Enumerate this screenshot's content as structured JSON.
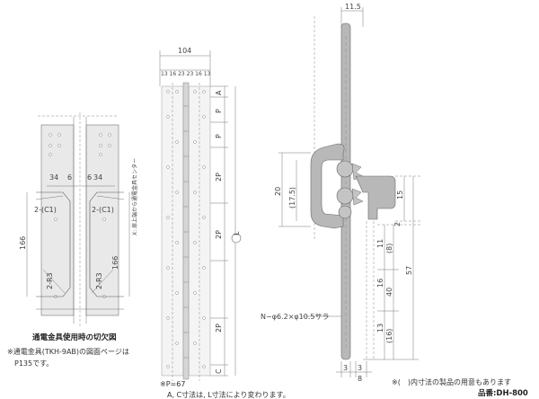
{
  "left": {
    "dims": {
      "d34a": "34",
      "d6a": "6",
      "d6b": "6",
      "d34b": "34",
      "c1a": "2-(C1)",
      "c1b": "2-(C1)",
      "h166a": "166",
      "h166b": "166",
      "r3a": "2-R3",
      "r3b": "2-R3",
      "center_note": "X: 扉上端から通電金具センター"
    },
    "title": "通電金具使用時の切欠図",
    "note1": "※通電金具(TKH-9AB)の図面ページは",
    "note2": "P135です。"
  },
  "middle": {
    "width_dim": "104",
    "sub_dims": "13 16 23 23 16 13",
    "labels": {
      "A": "A",
      "P1": "P",
      "P2": "P",
      "P3": "2P",
      "P4": "2P",
      "L": "L",
      "P5": "2P",
      "C": "C"
    },
    "note1": "※P=67",
    "note2": "A, C寸法は, L寸法により変わります。"
  },
  "right": {
    "top_dim": "11.5",
    "dims": {
      "d20": "20",
      "d175": "(17.5)",
      "d15": "15",
      "d2": "2",
      "d11": "11",
      "d8": "(8)",
      "d57": "57",
      "d16": "16",
      "d40": "40",
      "d13": "13",
      "d16p": "(16)",
      "d3a": "3",
      "d3b": "3",
      "d8b": "8"
    },
    "hole_note": "N−φ6.2×φ10.5サラ"
  },
  "footer": {
    "note": "※(　)内寸法の製品の用意もあります",
    "part_no": "品番:DH-800"
  }
}
